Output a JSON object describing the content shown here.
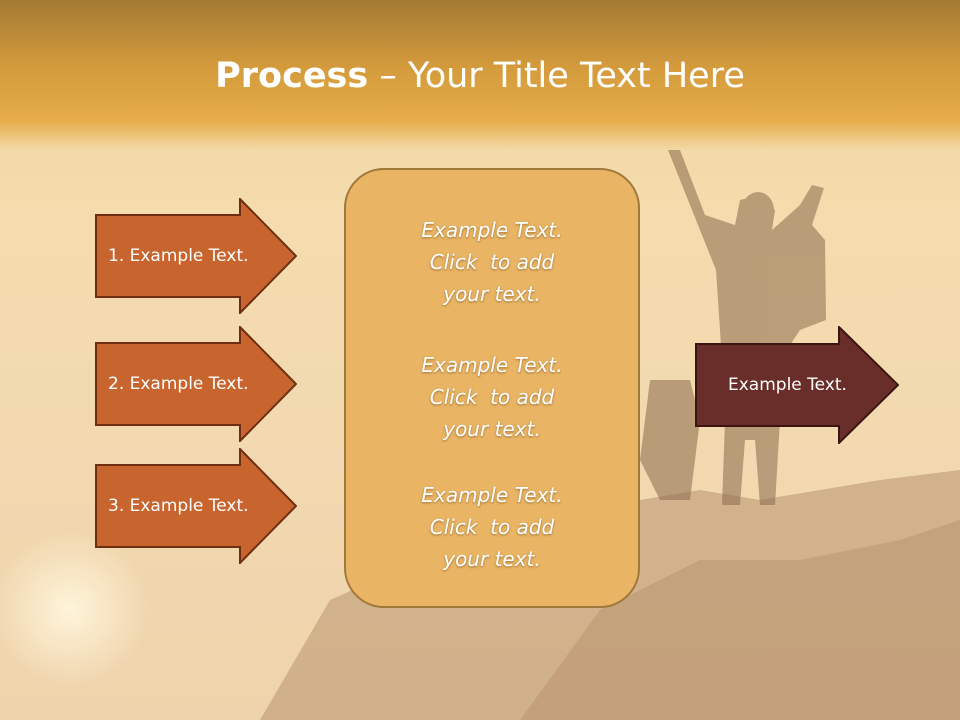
{
  "slide": {
    "title_bold": "Process",
    "title_rest": " – Your Title Text Here"
  },
  "left_arrows": [
    {
      "label": "1. Example Text."
    },
    {
      "label": "2. Example Text."
    },
    {
      "label": "3. Example Text."
    }
  ],
  "center_box": {
    "blocks": [
      {
        "lines": [
          "Example Text.",
          "Click  to add",
          "your text."
        ]
      },
      {
        "lines": [
          "Example Text.",
          "Click  to add",
          "your text."
        ]
      },
      {
        "lines": [
          "Example Text.",
          "Click  to add",
          "your text."
        ]
      }
    ]
  },
  "right_arrow": {
    "label": "Example Text."
  },
  "colors": {
    "left_arrow_fill": "#c8652e",
    "left_arrow_border": "#6e2e12",
    "right_arrow_fill": "#6a2e2a",
    "right_arrow_border": "#3c1512",
    "center_box_fill": "#e9b464",
    "header_accent": "#e6ac4a"
  }
}
